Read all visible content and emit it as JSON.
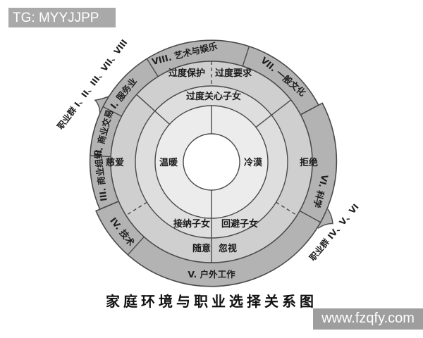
{
  "watermarks": {
    "telegram": "TG: MYYJJPP",
    "site": "www.fzqfy.com"
  },
  "caption": "家庭环境与职业选择关系图",
  "colors": {
    "outer_ring": "#b3b3b3",
    "parenting_ring": "#cfcfcf",
    "attitude_ring": "#dedede",
    "climate_ring": "#ececec",
    "center": "#ffffff",
    "line": "#4a4a4a",
    "watermark_bg": "#a5a5a5",
    "watermark_text": "#ffffff"
  },
  "diagram": {
    "group_braces": {
      "left": "职业群 I、II、III、VII、VIII",
      "right": "职业群 IV、V、VI"
    },
    "occupations": [
      {
        "id": "I",
        "label": "I. 服务业"
      },
      {
        "id": "II",
        "label": "II. 商业交易"
      },
      {
        "id": "III",
        "label": "III. 商业组织"
      },
      {
        "id": "IV",
        "label": "IV. 技术"
      },
      {
        "id": "V",
        "label": "V. 户外工作"
      },
      {
        "id": "VI",
        "label": "VI. 科学"
      },
      {
        "id": "VII",
        "label": "VII. 一般文化"
      },
      {
        "id": "VIII",
        "label": "VIII. 艺术与娱乐"
      }
    ],
    "parenting_styles": [
      "过度保护",
      "过度要求",
      "拒绝",
      "忽视",
      "随意",
      "慈爱"
    ],
    "attitudes": [
      "过度关心子女",
      "接纳子女",
      "回避子女"
    ],
    "climate": [
      "温暖",
      "冷漠"
    ]
  }
}
